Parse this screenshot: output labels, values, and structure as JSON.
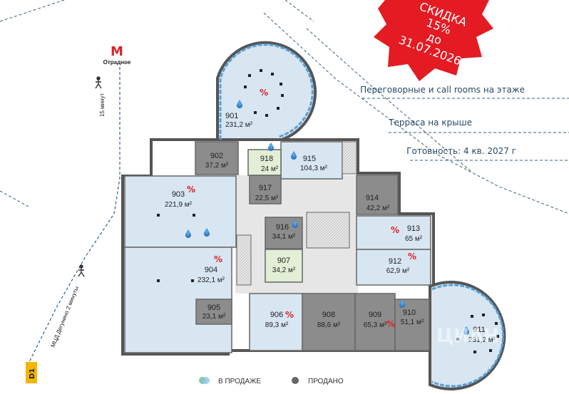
{
  "promo": {
    "line1": "СКИДКА",
    "line2": "15%",
    "line3": "до",
    "line4": "31.07.2026"
  },
  "features": [
    "Переговорные и call rooms на этаже",
    "Терраса на крыше",
    "Готовность: 4 кв. 2027 г"
  ],
  "metro": {
    "letter": "М",
    "station": "Отрадное",
    "walk": "15 минут"
  },
  "mcd": {
    "walk": "МЦД Дегунино 2 минуты",
    "badge": "D1"
  },
  "legend": {
    "available": "В ПРОДАЖЕ",
    "sold": "ПРОДАНО"
  },
  "watermark": "ЦИАН",
  "colors": {
    "available": "#d8e6f2",
    "sold": "#8c8c8c",
    "highlight": "#e2efd6",
    "wall": "#555555",
    "accent": "#d8232a"
  },
  "rooms": [
    {
      "id": "901",
      "area": "231,2 м²"
    },
    {
      "id": "902",
      "area": "37,2 м²"
    },
    {
      "id": "903",
      "area": "221,9 м²"
    },
    {
      "id": "904",
      "area": "232,1 м²"
    },
    {
      "id": "905",
      "area": "23,1 м²"
    },
    {
      "id": "906",
      "area": "89,3 м²"
    },
    {
      "id": "907",
      "area": "34,2 м²"
    },
    {
      "id": "908",
      "area": "88,6 м²"
    },
    {
      "id": "909",
      "area": "65,3 м²"
    },
    {
      "id": "910",
      "area": "51,1 м²"
    },
    {
      "id": "911",
      "area": "231,2 м²"
    },
    {
      "id": "912",
      "area": "62,9 м²"
    },
    {
      "id": "913",
      "area": "65 м²"
    },
    {
      "id": "914",
      "area": "42,2 м²"
    },
    {
      "id": "915",
      "area": "104,3 м²"
    },
    {
      "id": "916",
      "area": "34,1 м²"
    },
    {
      "id": "917",
      "area": "22,5 м²"
    },
    {
      "id": "918",
      "area": "24 м²"
    }
  ]
}
